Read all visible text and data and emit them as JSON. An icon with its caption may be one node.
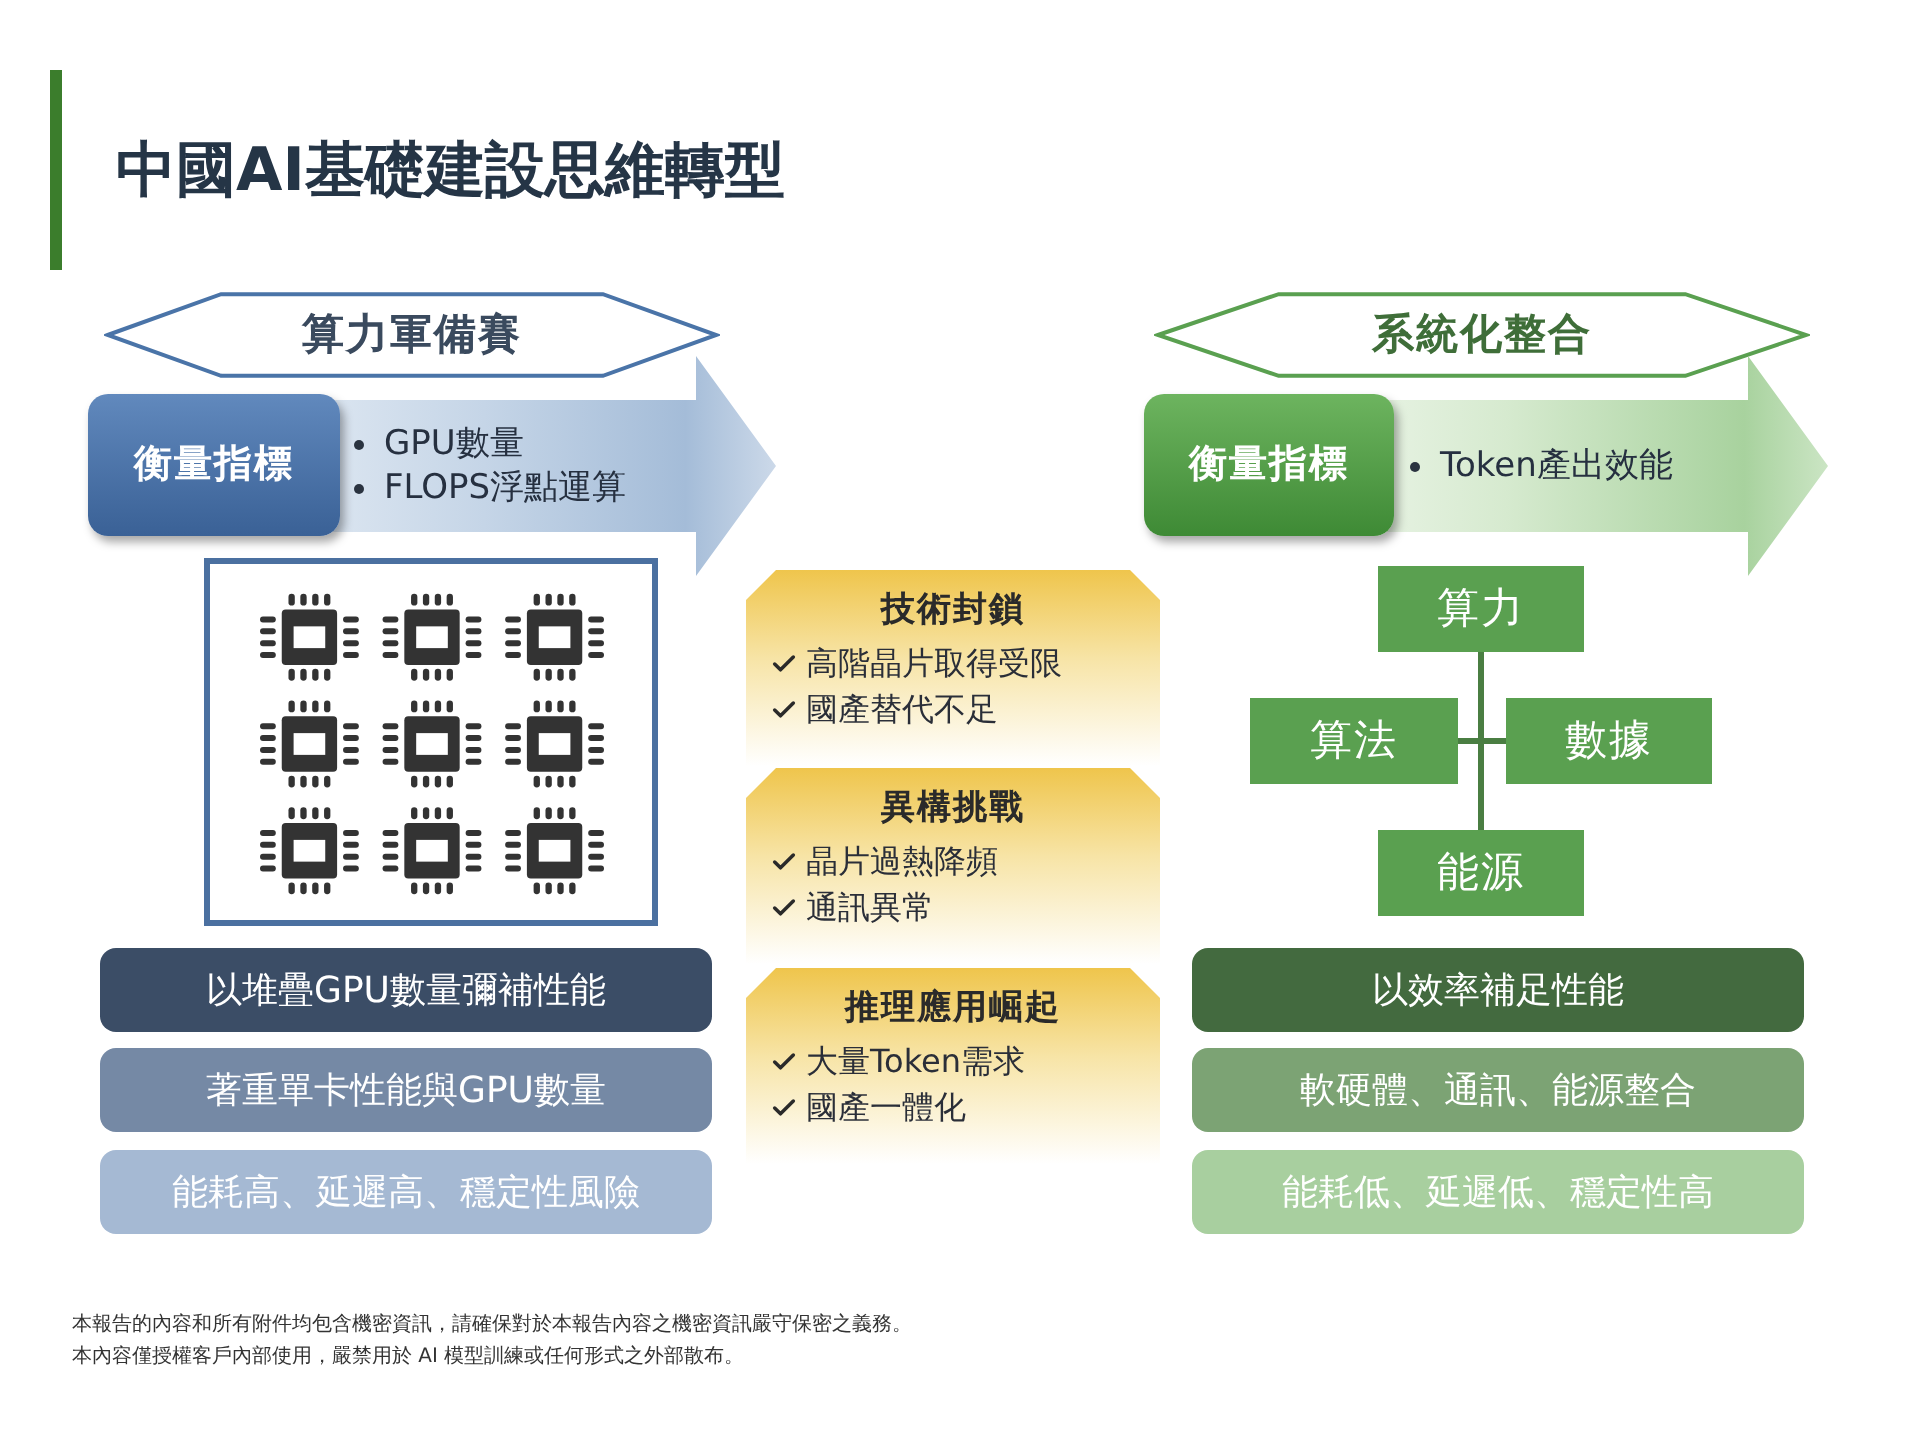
{
  "diagram": {
    "title": "中國AI基礎建設思維轉型",
    "nodes": [
      {
        "text": [
          "算力軍備賽"
        ]
      },
      {
        "text": [
          "GPU數量",
          "FLOPS浮點運算"
        ]
      },
      {
        "text": [
          "衡量指標"
        ],
        "in": 1
      },
      {
        "text": [
          "以堆疊GPU數量彌補性能"
        ]
      },
      {
        "text": [
          "著重單卡性能與GPU數量"
        ]
      },
      {
        "text": [
          "能耗高、延遲高、穩定性風險"
        ]
      },
      {
        "text": [
          "技術封鎖",
          "高階晶片取得受限",
          "國產替代不足"
        ]
      },
      {
        "text": [
          "異構挑戰",
          "晶片過熱降頻",
          "通訊異常"
        ]
      },
      {
        "text": [
          "推理應用崛起",
          "大量Token需求",
          "國產一體化"
        ]
      },
      {
        "text": [
          "系統化整合"
        ]
      },
      {
        "text": [
          "Token產出效能"
        ]
      },
      {
        "text": [
          "衡量指標"
        ],
        "in": 10
      },
      {
        "text": [
          "算力"
        ]
      },
      {
        "text": [
          "算法"
        ]
      },
      {
        "text": [
          "數據"
        ]
      },
      {
        "text": [
          "能源"
        ]
      },
      {
        "text": [
          "以效率補足性能"
        ]
      },
      {
        "text": [
          "軟硬體、通訊、能源整合"
        ]
      },
      {
        "text": [
          "能耗低、延遲低、穩定性高"
        ]
      }
    ],
    "edges": [
      {
        "from": 12,
        "to": 15,
        "arrow": "none"
      },
      {
        "from": 13,
        "to": 14,
        "arrow": "none"
      }
    ],
    "labels": [
      "本報告的內容和所有附件均包含機密資訊，請確保對於本報告內容之機密資訊嚴守保密之義務。",
      "本內容僅授權客戶內部使用，嚴禁用於 AI 模型訓練或任何形式之外部散布。"
    ]
  }
}
